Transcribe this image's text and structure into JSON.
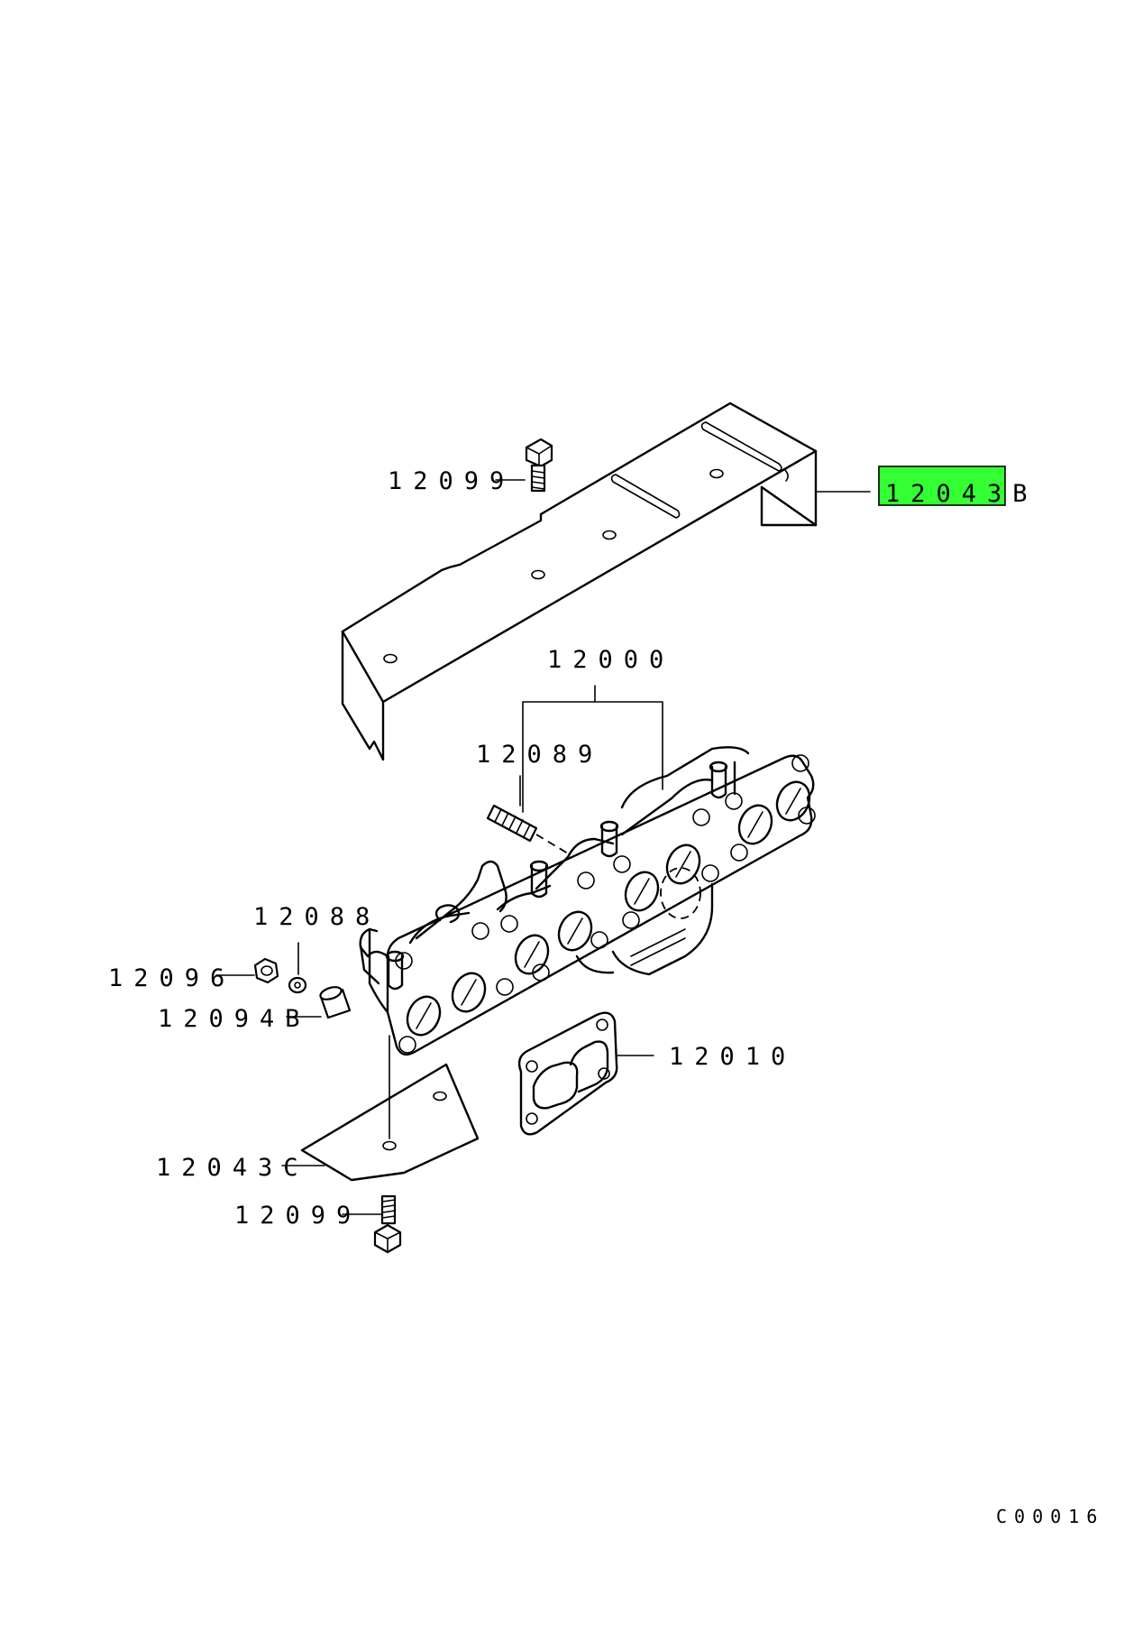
{
  "diagram": {
    "highlight_color": "#33ff33",
    "callouts": [
      {
        "id": "12043B",
        "label": "12043B",
        "highlighted": true
      },
      {
        "id": "12099-top",
        "label": "12099"
      },
      {
        "id": "12000",
        "label": "12000"
      },
      {
        "id": "12089",
        "label": "12089"
      },
      {
        "id": "12088",
        "label": "12088"
      },
      {
        "id": "12096",
        "label": "12096"
      },
      {
        "id": "12094B",
        "label": "12094B"
      },
      {
        "id": "12010",
        "label": "12010"
      },
      {
        "id": "12043C",
        "label": "12043C"
      },
      {
        "id": "12099-bottom",
        "label": "12099"
      }
    ],
    "drawing_code": "C00016"
  }
}
